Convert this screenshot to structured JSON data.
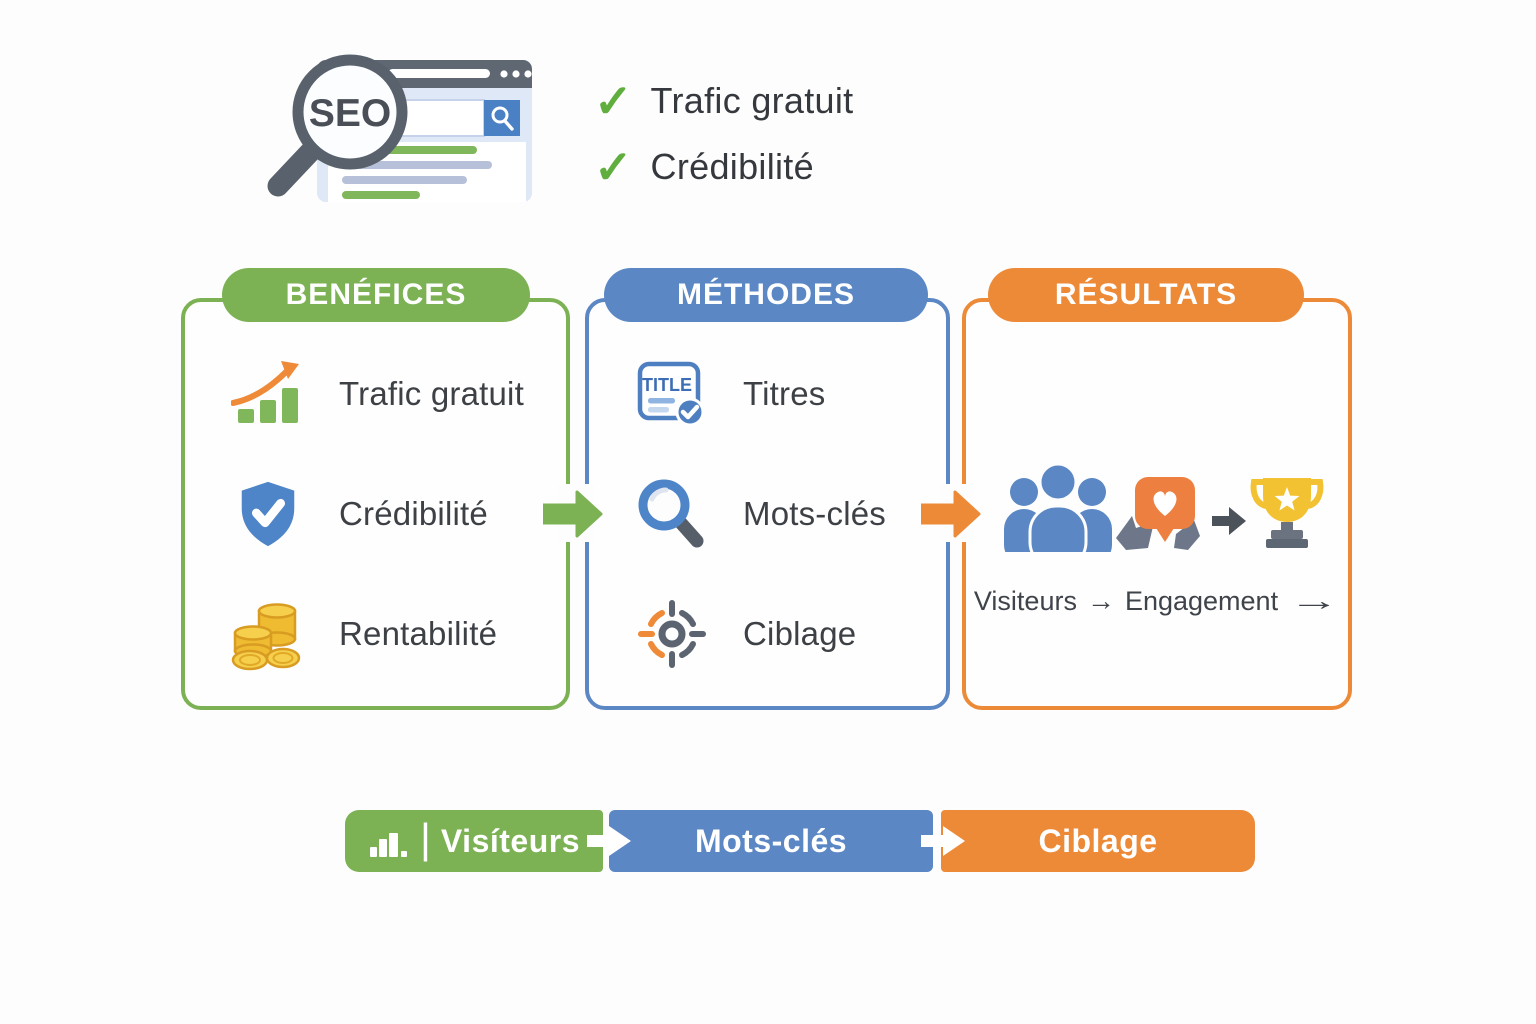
{
  "colors": {
    "green": "#7cb254",
    "blue": "#5b87c5",
    "orange": "#ec8a38",
    "dark_text": "#3d4145",
    "gold": "#f2c232"
  },
  "hero": {
    "seo_label": "SEO",
    "check_glyph": "✓",
    "checklist": [
      {
        "icon": "check-icon",
        "label": "Trafic gratuit"
      },
      {
        "icon": "check-icon",
        "label": "Crédibilité"
      }
    ]
  },
  "cards": [
    {
      "title": "BENÉFICES",
      "items": [
        {
          "icon": "growth-chart-icon",
          "label": "Trafic gratuit"
        },
        {
          "icon": "shield-check-icon",
          "label": "Crédibilité"
        },
        {
          "icon": "coins-icon",
          "label": "Rentabilité"
        }
      ]
    },
    {
      "title": "MÉTHODES",
      "items": [
        {
          "icon": "title-document-icon",
          "doc_text": "TITLE",
          "label": "Titres"
        },
        {
          "icon": "magnifier-icon",
          "label": "Mots-clés"
        },
        {
          "icon": "target-icon",
          "label": "Ciblage"
        }
      ]
    },
    {
      "title": "RÉSULTATS",
      "icons": [
        "visitors-group-icon",
        "like-bubble-icon",
        "progress-arrow-icon",
        "trophy-icon"
      ],
      "caption": {
        "step1": "Visiteurs",
        "arrow": "→",
        "step2": "Engagement"
      }
    }
  ],
  "flow_bar": {
    "separator": "|",
    "segments": [
      {
        "icon": "bar-chart-icon",
        "label": "Visíteurs",
        "color": "#7cb254"
      },
      {
        "label": "Mots-clés",
        "color": "#5b87c5"
      },
      {
        "label": "Ciblage",
        "color": "#ec8a38"
      }
    ]
  }
}
